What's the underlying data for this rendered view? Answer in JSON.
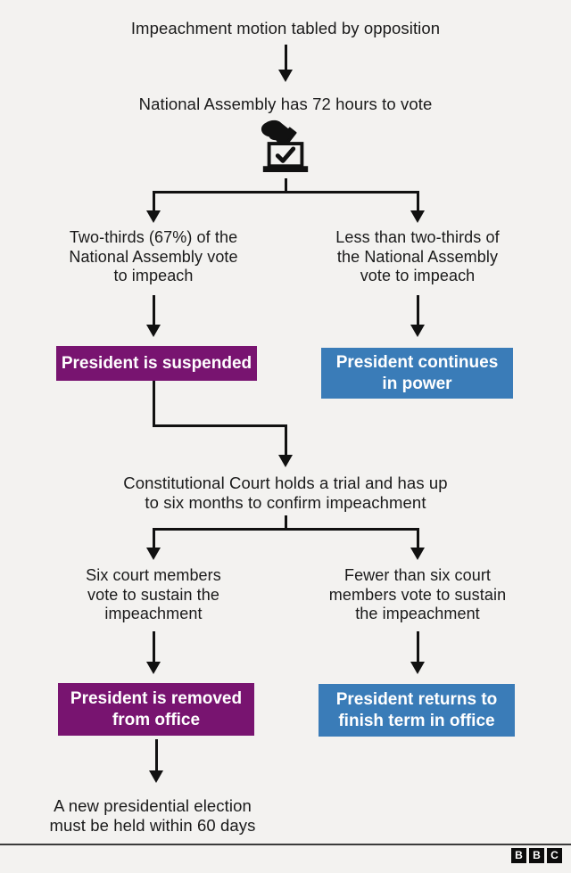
{
  "colors": {
    "purple": "#781470",
    "blue": "#3a7cb8",
    "background": "#f3f2f0",
    "text": "#1a1a1a",
    "line": "#111111"
  },
  "flow": {
    "step_motion": "Impeachment motion tabled by opposition",
    "step_vote": "National Assembly has 72 hours to vote",
    "vote_icon": "ballot-box-hand-icon",
    "assembly_branch": {
      "left_condition": "Two-thirds (67%) of the\nNational Assembly vote\nto impeach",
      "left_outcome": "President is suspended",
      "right_condition": "Less than two-thirds of\nthe National Assembly\nvote to impeach",
      "right_outcome": "President continues\nin power"
    },
    "step_court": "Constitutional Court holds a trial and has up\nto six months to confirm impeachment",
    "court_branch": {
      "left_condition": "Six court members\nvote to sustain the\nimpeachment",
      "left_outcome": "President is removed\nfrom office",
      "right_condition": "Fewer than six court\nmembers vote to sustain\nthe impeachment",
      "right_outcome": "President returns to\nfinish term in office"
    },
    "step_election": "A new presidential election\nmust be held within 60 days"
  },
  "footer": {
    "logo": [
      "B",
      "B",
      "C"
    ]
  }
}
